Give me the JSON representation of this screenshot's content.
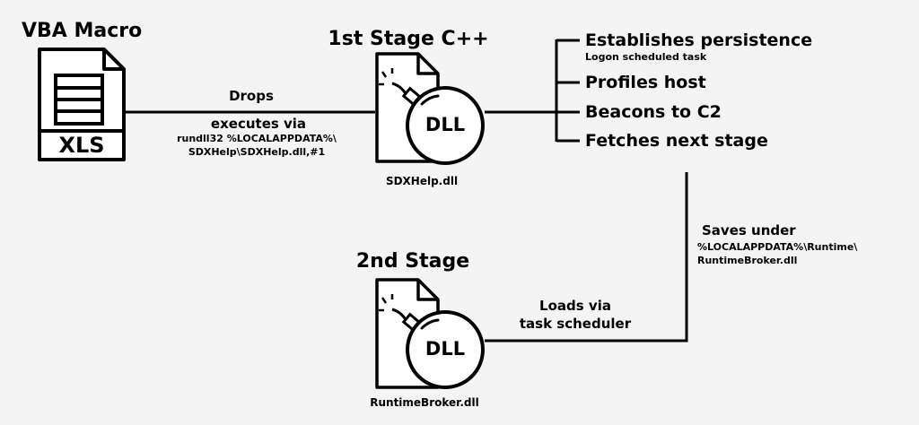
{
  "colors": {
    "background": "#f4f4f4",
    "ink": "#000000",
    "panel": "#ffffff"
  },
  "vba": {
    "title": "VBA Macro",
    "file_label": "XLS",
    "icon": "xls-file-icon"
  },
  "stage1": {
    "title": "1st Stage C++",
    "dll_label": "DLL",
    "filename": "SDXHelp.dll",
    "icon": "dll-bomb-icon"
  },
  "stage2": {
    "title": "2nd Stage",
    "dll_label": "DLL",
    "filename": "RuntimeBroker.dll",
    "icon": "dll-bomb-icon"
  },
  "edge_drop": {
    "drops": "Drops",
    "executes": "executes via",
    "cmd_line1": "rundll32 %LOCALAPPDATA%\\",
    "cmd_line2": "SDXHelp\\SDXHelp.dll,#1"
  },
  "capabilities": [
    {
      "title": "Establishes persistence",
      "subtitle": "Logon scheduled task"
    },
    {
      "title": "Profiles host"
    },
    {
      "title": "Beacons to C2"
    },
    {
      "title": "Fetches next stage"
    }
  ],
  "edge_save": {
    "line1": "Saves under",
    "line2": "%LOCALAPPDATA%\\Runtime\\",
    "line3": "RuntimeBroker.dll"
  },
  "edge_load": {
    "line1": "Loads via",
    "line2": "task scheduler"
  }
}
